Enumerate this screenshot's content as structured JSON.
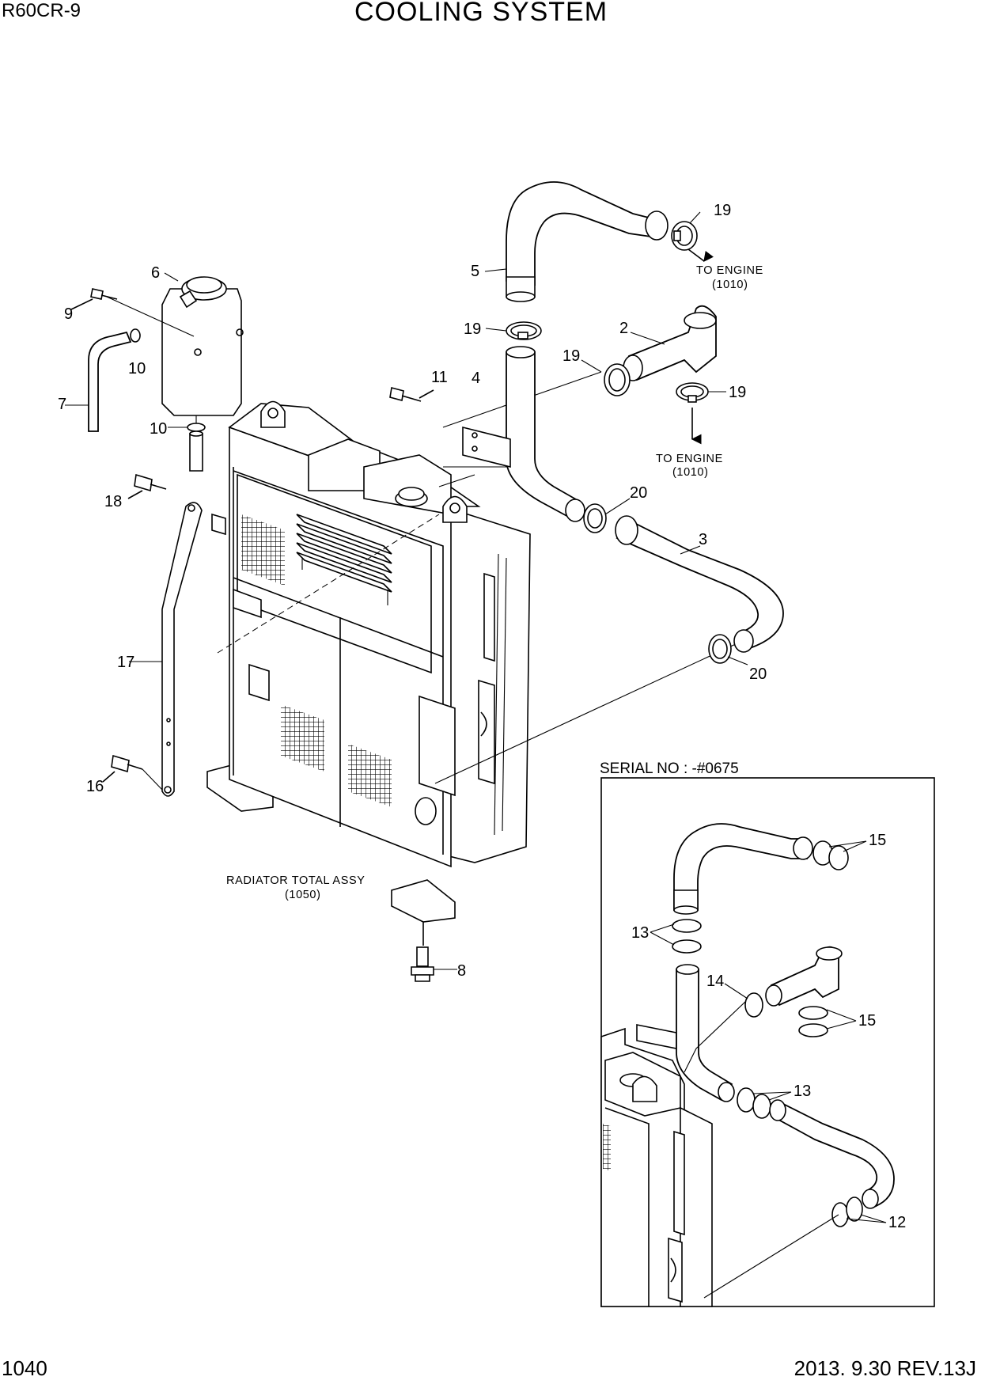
{
  "header": {
    "model": "R60CR-9",
    "title": "COOLING SYSTEM"
  },
  "footer": {
    "page_number": "1040",
    "revision": "2013. 9.30  REV.13J"
  },
  "notes": {
    "to_engine_top_1": "TO ENGINE",
    "to_engine_top_2": "(1010)",
    "to_engine_mid_1": "TO ENGINE",
    "to_engine_mid_2": "(1010)",
    "radiator_1": "RADIATOR TOTAL ASSY",
    "radiator_2": "(1050)",
    "serial": "SERIAL NO : -#0675"
  },
  "callouts": {
    "c19a": "19",
    "c5": "5",
    "c19b": "19",
    "c2": "2",
    "c19c": "19",
    "c19d": "19",
    "c11": "11",
    "c4": "4",
    "c6": "6",
    "c9": "9",
    "c10a": "10",
    "c7": "7",
    "c10b": "10",
    "c20a": "20",
    "c3": "3",
    "c18": "18",
    "c17": "17",
    "c20b": "20",
    "c16": "16",
    "c8": "8",
    "c15a": "15",
    "c13a": "13",
    "c14": "14",
    "c15b": "15",
    "c13b": "13",
    "c12": "12"
  }
}
